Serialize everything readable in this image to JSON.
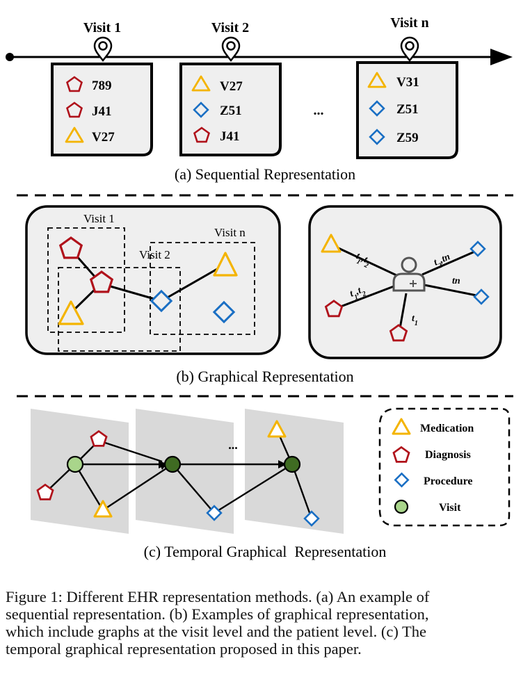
{
  "colors": {
    "medication": "#f4b400",
    "diagnosis": "#b0121b",
    "procedure": "#1a6fc4",
    "visit_light": "#a9d58b",
    "visit_dark": "#3f6b22",
    "box_fill": "#efefef",
    "panel_fill": "#d9d9d9"
  },
  "section_a": {
    "title": "(a) Sequential Representation",
    "ellipsis": "...",
    "visits": [
      {
        "label": "Visit 1",
        "codes": [
          {
            "type": "diagnosis",
            "code": "789"
          },
          {
            "type": "diagnosis",
            "code": "J41"
          },
          {
            "type": "medication",
            "code": "V27"
          }
        ]
      },
      {
        "label": "Visit 2",
        "codes": [
          {
            "type": "medication",
            "code": "V27"
          },
          {
            "type": "procedure",
            "code": "Z51"
          },
          {
            "type": "diagnosis",
            "code": "J41"
          }
        ]
      },
      {
        "label": "Visit n",
        "codes": [
          {
            "type": "medication",
            "code": "V31"
          },
          {
            "type": "procedure",
            "code": "Z51"
          },
          {
            "type": "procedure",
            "code": "Z59"
          }
        ]
      }
    ]
  },
  "section_b": {
    "title": "(b) Graphical Representation",
    "visit_boxes": [
      "Visit 1",
      "Visit 2",
      "Visit n"
    ],
    "edge_labels": {
      "med_left": "t1,t2",
      "diag_left": "t1,t2",
      "diag_bottom": "t1",
      "proc_top": "t2,tn",
      "proc_right": "tn"
    }
  },
  "section_c": {
    "title": "(c) Temporal Graphical  Representation",
    "ellipsis": "...",
    "legend": [
      {
        "type": "medication",
        "label": "Medication"
      },
      {
        "type": "diagnosis",
        "label": "Diagnosis"
      },
      {
        "type": "procedure",
        "label": "Procedure"
      },
      {
        "type": "visit",
        "label": "Visit"
      }
    ]
  },
  "caption": {
    "lines": [
      "Figure 1: Different EHR representation methods. (a) An example of",
      "sequential representation. (b) Examples of graphical representation,",
      "which include graphs at the visit level and the patient level. (c) The",
      "temporal graphical representation proposed in this paper."
    ]
  }
}
